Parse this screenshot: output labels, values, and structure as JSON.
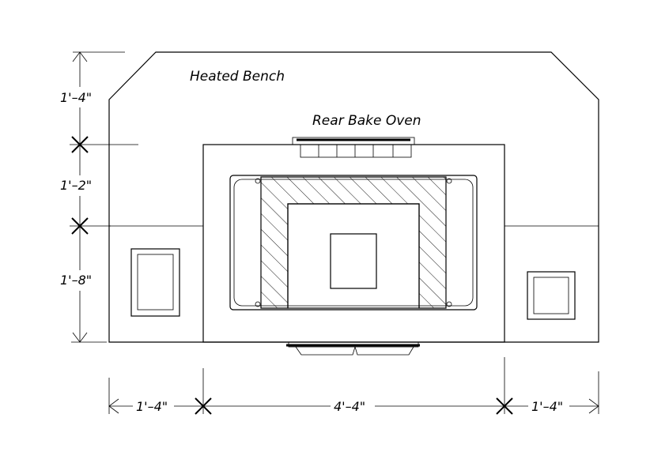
{
  "labels": {
    "heated_bench": "Heated Bench",
    "rear_bake_oven": "Rear Bake Oven"
  },
  "dimensions": {
    "vertical": {
      "top": "1'–4\"",
      "middle": "1'–2\"",
      "bottom": "1'–8\""
    },
    "horizontal": {
      "left": "1'–4\"",
      "center": "4'–4\"",
      "right": "1'–4\""
    }
  }
}
